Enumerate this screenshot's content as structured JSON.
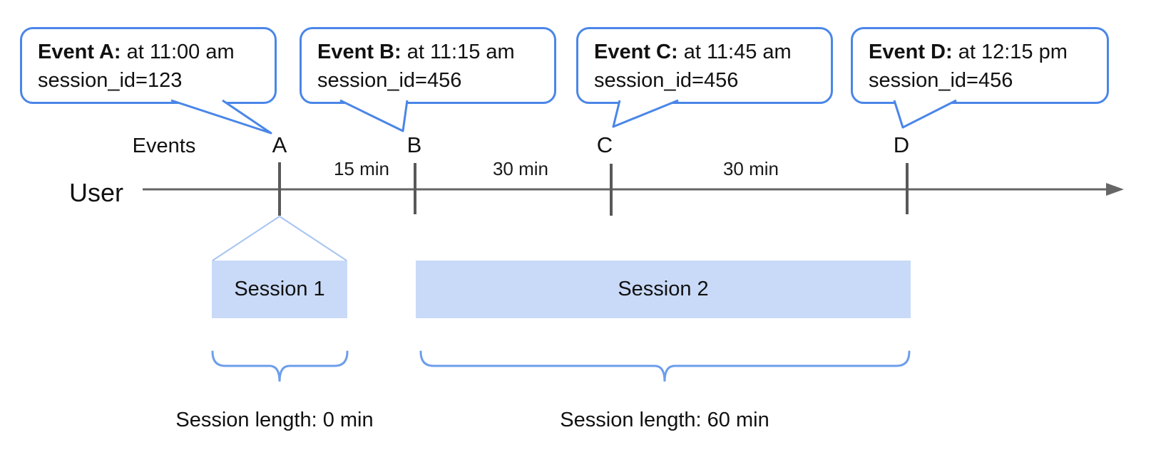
{
  "diagram": {
    "events_row_label": "Events",
    "user_label": "User",
    "callouts": [
      {
        "title": "Event A:",
        "time": " at 11:00 am",
        "session_id": "session_id=123"
      },
      {
        "title": "Event B:",
        "time": " at 11:15 am",
        "session_id": "session_id=456"
      },
      {
        "title": "Event C:",
        "time": " at 11:45 am",
        "session_id": "session_id=456"
      },
      {
        "title": "Event D:",
        "time": " at 12:15 pm",
        "session_id": "session_id=456"
      }
    ],
    "event_markers": [
      "A",
      "B",
      "C",
      "D"
    ],
    "intervals": [
      "15 min",
      "30 min",
      "30 min"
    ],
    "sessions": [
      {
        "label": "Session 1",
        "length_label": "Session length: 0 min"
      },
      {
        "label": "Session 2",
        "length_label": "Session length: 60 min"
      }
    ],
    "colors": {
      "callout_border": "#4a86e8",
      "brace": "#6d9eeb",
      "session_fill": "#c9daf8",
      "funnel_line": "#a8c4f2",
      "timeline": "#666666",
      "tick": "#595959"
    }
  }
}
